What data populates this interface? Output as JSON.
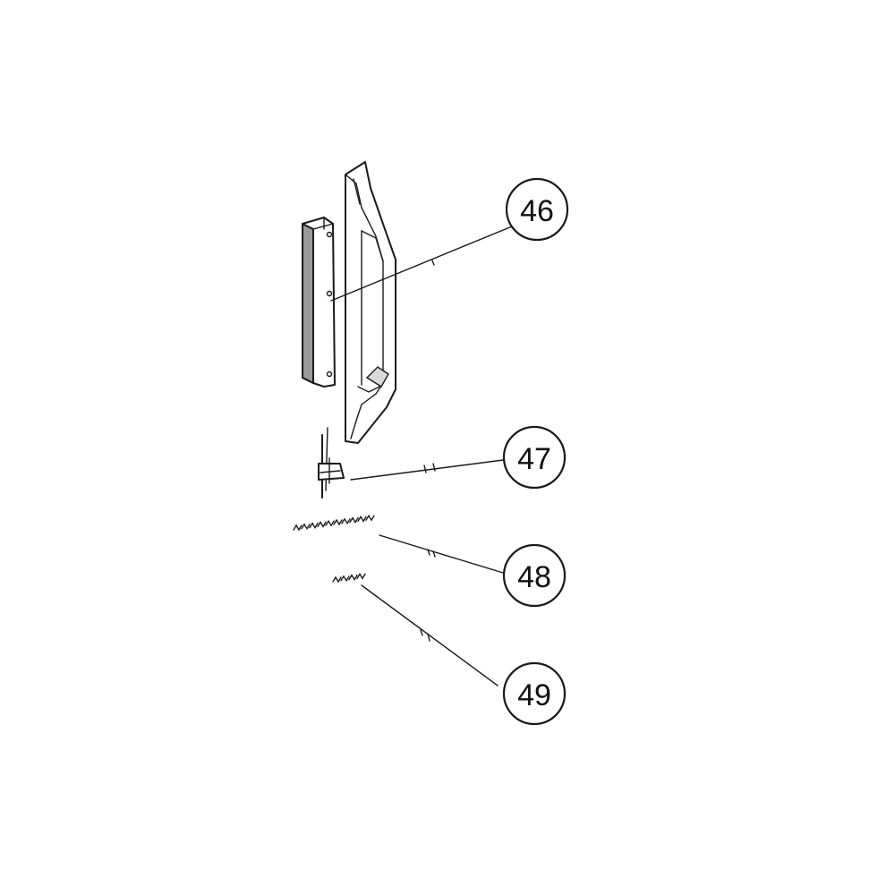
{
  "callouts": [
    {
      "id": "c46",
      "label": "46"
    },
    {
      "id": "c47",
      "label": "47"
    },
    {
      "id": "c48",
      "label": "48"
    },
    {
      "id": "c49",
      "label": "49"
    }
  ],
  "colors": {
    "line": "#1a1a1a",
    "background": "#ffffff"
  }
}
